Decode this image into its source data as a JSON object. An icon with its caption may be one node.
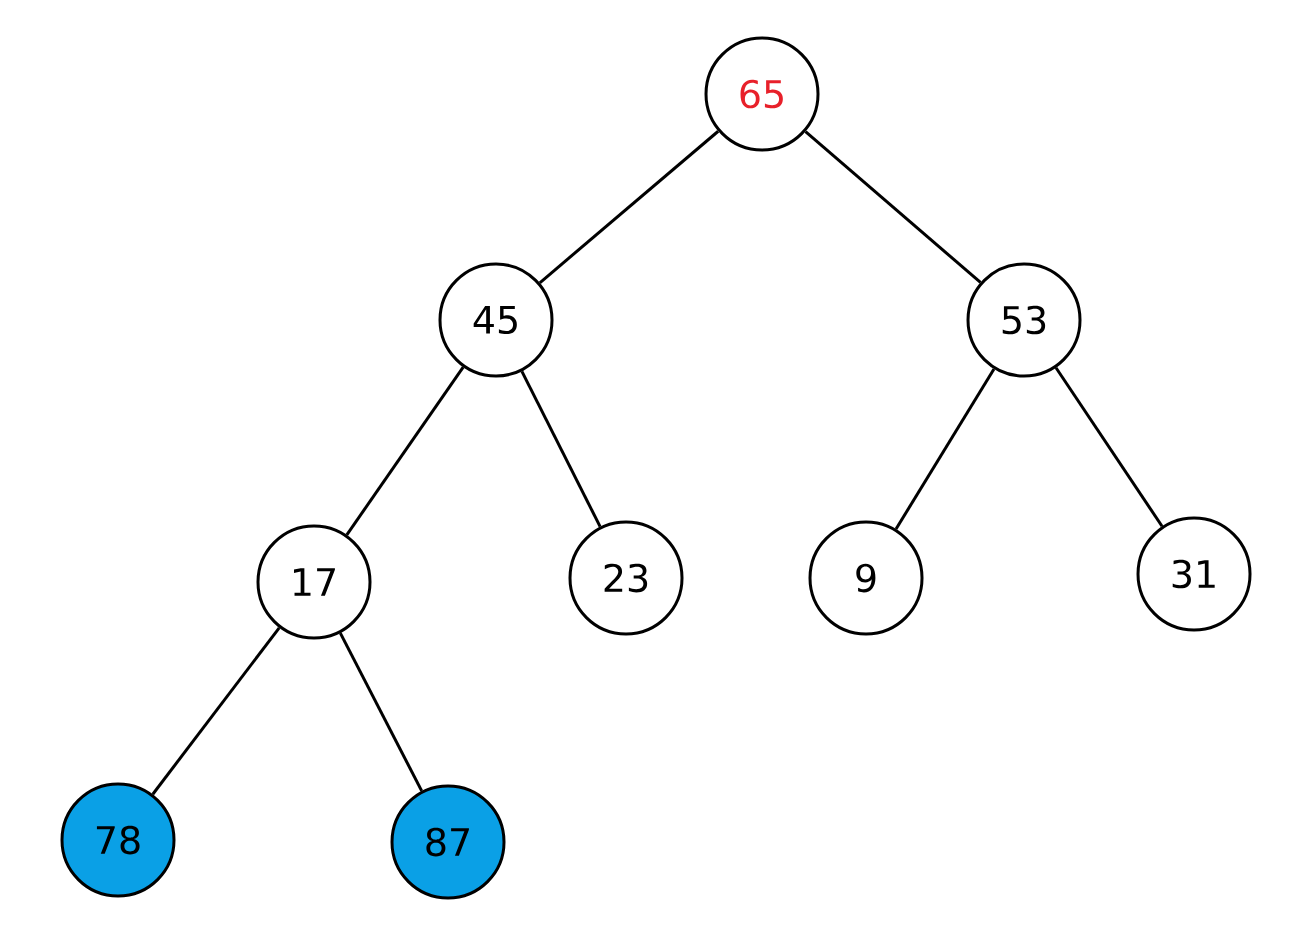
{
  "diagram": {
    "nodes": [
      {
        "text": [
          "65"
        ]
      },
      {
        "text": [
          "45"
        ]
      },
      {
        "text": [
          "53"
        ]
      },
      {
        "text": [
          "17"
        ]
      },
      {
        "text": [
          "23"
        ]
      },
      {
        "text": [
          "9"
        ]
      },
      {
        "text": [
          "31"
        ]
      },
      {
        "text": [
          "78"
        ]
      },
      {
        "text": [
          "87"
        ]
      }
    ],
    "edges": [
      {
        "from": 0,
        "to": 1,
        "arrow": "none"
      },
      {
        "from": 0,
        "to": 2,
        "arrow": "none"
      },
      {
        "from": 1,
        "to": 3,
        "arrow": "none"
      },
      {
        "from": 1,
        "to": 4,
        "arrow": "none"
      },
      {
        "from": 2,
        "to": 5,
        "arrow": "none"
      },
      {
        "from": 2,
        "to": 6,
        "arrow": "none"
      },
      {
        "from": 3,
        "to": 7,
        "arrow": "none"
      },
      {
        "from": 3,
        "to": 8,
        "arrow": "none"
      }
    ]
  }
}
